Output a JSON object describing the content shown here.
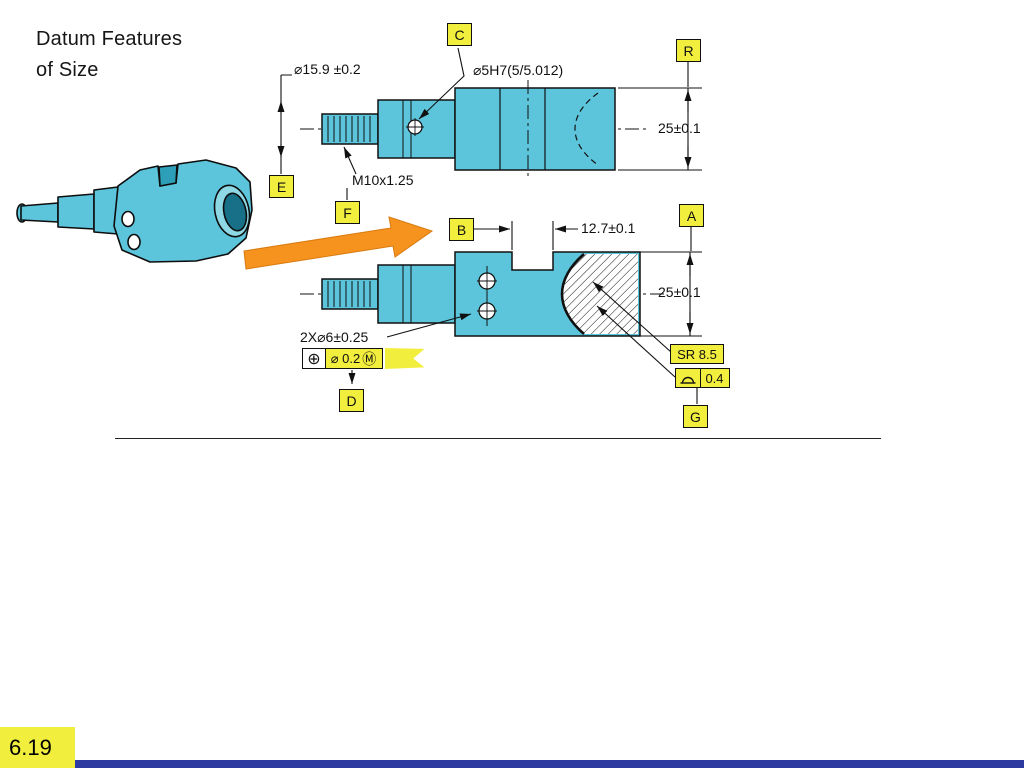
{
  "slide": {
    "title_line1": "Datum Features",
    "title_line2": "of Size",
    "page_number": "6.19"
  },
  "colors": {
    "part_fill": "#5cc5dc",
    "highlight_yellow": "#f2ee3e",
    "arrow_orange": "#f6921e",
    "footer_blue": "#2d3aa0"
  },
  "top_view": {
    "dim_shaft_diameter": "⌀15.9 ±0.2",
    "dim_hole": "⌀5H7(5/5.012)",
    "dim_thread": "M10x1.25",
    "dim_height": "25±0.1",
    "datum_c": "C",
    "datum_r": "R",
    "datum_e": "E",
    "datum_f": "F"
  },
  "bottom_view": {
    "dim_slot": "12.7±0.1",
    "dim_height": "25±0.1",
    "dim_holes": "2X⌀6±0.25",
    "fcf": {
      "position_symbol": "⊕",
      "tolerance": "⌀ 0.2",
      "modifier": "Ⓜ"
    },
    "sphere_radius": "SR 8.5",
    "profile_tolerance": "0.4",
    "datum_b": "B",
    "datum_a": "A",
    "datum_d": "D",
    "datum_g": "G"
  }
}
